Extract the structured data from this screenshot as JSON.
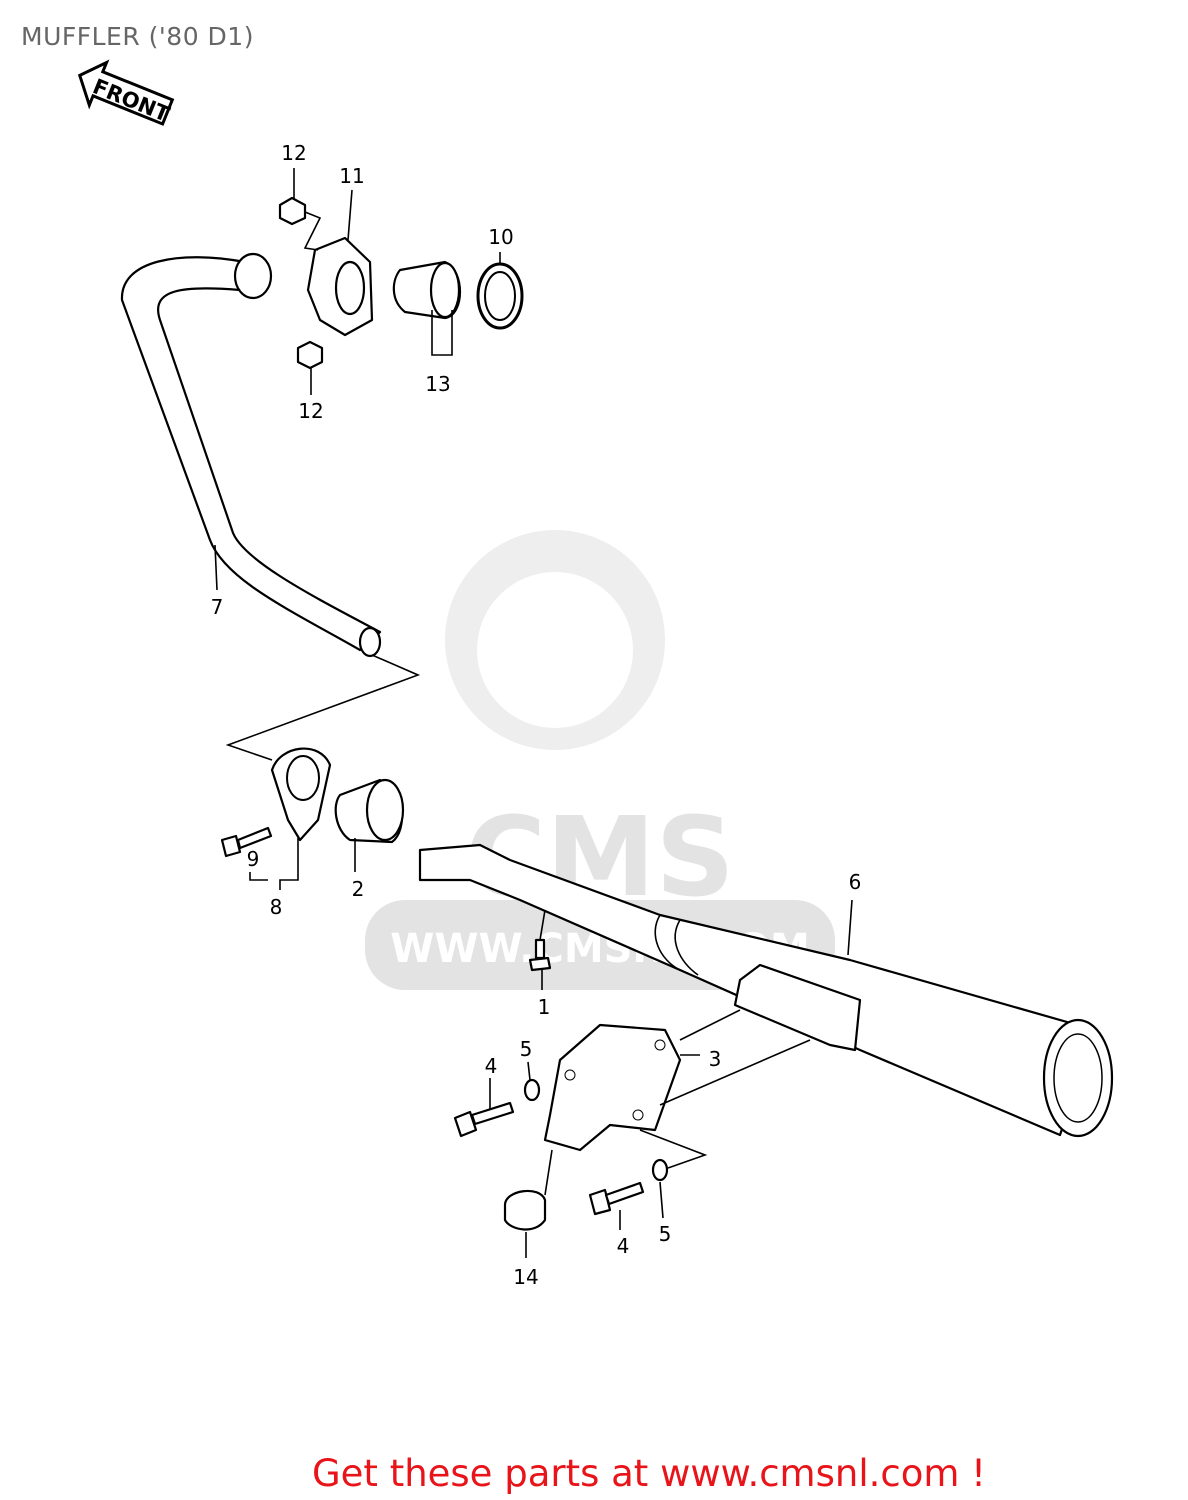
{
  "title": "MUFFLER ('80 D1)",
  "front_arrow": "FRONT",
  "watermark": {
    "logo": "CMS",
    "url": "WWW.CMSNL.COM"
  },
  "callouts": [
    "12",
    "11",
    "10",
    "13",
    "12",
    "7",
    "6",
    "9",
    "8",
    "2",
    "1",
    "3",
    "4",
    "5",
    "4",
    "5",
    "14"
  ],
  "footer": "Get these parts at www.cmsnl.com !",
  "colors": {
    "footer": "#e8141a",
    "title": "#666666",
    "watermark": "#e3e3e3"
  }
}
